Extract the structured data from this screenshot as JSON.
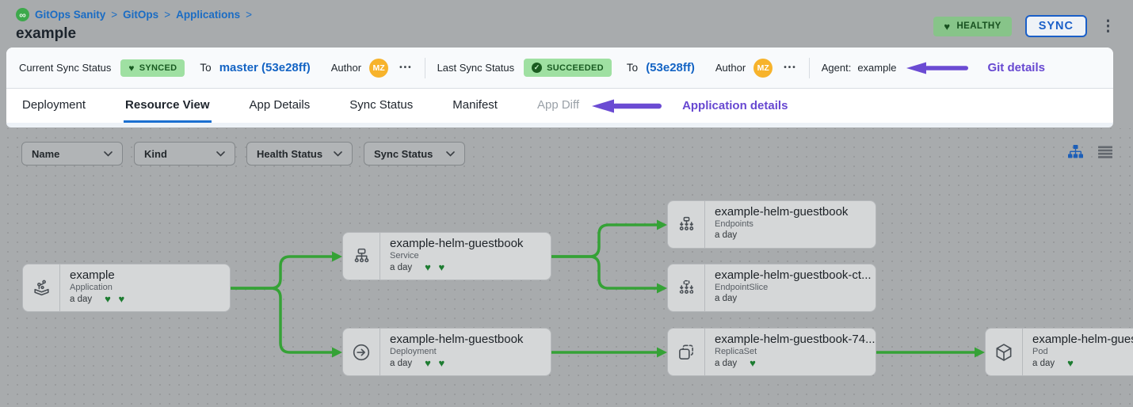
{
  "colors": {
    "accent_blue": "#1a5fc8",
    "link_blue": "#1464c4",
    "annotation_purple": "#6b4bd3",
    "badge_green_bg": "#9fe0a2",
    "badge_green_text": "#185a21",
    "healthy_badge_bg": "#87c489",
    "edge_green": "#35a236",
    "heart_green": "#1d7c31",
    "avatar_orange": "#f7b32b",
    "breadcrumb_icon_green": "#3da94c"
  },
  "breadcrumb": {
    "icon": "gitops-logo-icon",
    "items": [
      {
        "label": "GitOps Sanity"
      },
      {
        "label": "GitOps"
      },
      {
        "label": "Applications"
      }
    ],
    "separator": ">"
  },
  "page": {
    "title": "example"
  },
  "header_actions": {
    "health_badge": {
      "icon": "heart-icon",
      "heart_glyph": "♥",
      "label": "HEALTHY"
    },
    "sync_button_label": "SYNC",
    "kebab_glyph": "⋮"
  },
  "status_bar": {
    "current": {
      "label": "Current Sync Status",
      "badge": {
        "icon": "heart-icon",
        "heart_glyph": "♥",
        "label": "SYNCED"
      },
      "to_label": "To",
      "revision": "master (53e28ff)",
      "author_label": "Author",
      "author_initials": "MZ",
      "more_glyph": "•••"
    },
    "last": {
      "label": "Last Sync Status",
      "badge": {
        "icon": "check-circle-icon",
        "check_glyph": "✓",
        "label": "SUCCEEDED"
      },
      "to_label": "To",
      "revision": "(53e28ff)",
      "author_label": "Author",
      "author_initials": "MZ",
      "more_glyph": "•••"
    },
    "agent": {
      "label": "Agent:",
      "value": "example"
    },
    "annotation": {
      "icon": "left-arrow-callout",
      "label": "Git details"
    }
  },
  "tabs": {
    "items": [
      {
        "label": "Deployment",
        "state": "normal"
      },
      {
        "label": "Resource View",
        "state": "active"
      },
      {
        "label": "App Details",
        "state": "normal"
      },
      {
        "label": "Sync Status",
        "state": "normal"
      },
      {
        "label": "Manifest",
        "state": "normal"
      },
      {
        "label": "App Diff",
        "state": "disabled"
      }
    ],
    "annotation": {
      "icon": "left-arrow-callout",
      "label": "Application details"
    }
  },
  "filters": {
    "dropdowns": [
      {
        "label": "Name",
        "icon": "chevron-down-icon"
      },
      {
        "label": "Kind",
        "icon": "chevron-down-icon"
      },
      {
        "label": "Health Status",
        "icon": "chevron-down-icon"
      },
      {
        "label": "Sync Status",
        "icon": "chevron-down-icon"
      }
    ]
  },
  "view_toggles": {
    "tree_view": {
      "icon": "tree-view-icon",
      "active": true
    },
    "list_view": {
      "icon": "list-view-icon",
      "active": false
    }
  },
  "graph": {
    "nodes": [
      {
        "icon": "application-icon",
        "title": "example",
        "kind": "Application",
        "age": "a day",
        "hearts": "♥ ♥"
      },
      {
        "icon": "service-icon",
        "title": "example-helm-guestbook",
        "kind": "Service",
        "age": "a day",
        "hearts": "♥ ♥"
      },
      {
        "icon": "deployment-icon",
        "title": "example-helm-guestbook",
        "kind": "Deployment",
        "age": "a day",
        "hearts": "♥ ♥"
      },
      {
        "icon": "endpoints-icon",
        "title": "example-helm-guestbook",
        "kind": "Endpoints",
        "age": "a day",
        "hearts": ""
      },
      {
        "icon": "endpointslice-icon",
        "title": "example-helm-guestbook-ct...",
        "kind": "EndpointSlice",
        "age": "a day",
        "hearts": ""
      },
      {
        "icon": "replicaset-icon",
        "title": "example-helm-guestbook-74...",
        "kind": "ReplicaSet",
        "age": "a day",
        "hearts": "♥"
      },
      {
        "icon": "pod-icon",
        "title": "example-helm-guestbook",
        "kind": "Pod",
        "age": "a day",
        "hearts": "♥"
      }
    ]
  }
}
